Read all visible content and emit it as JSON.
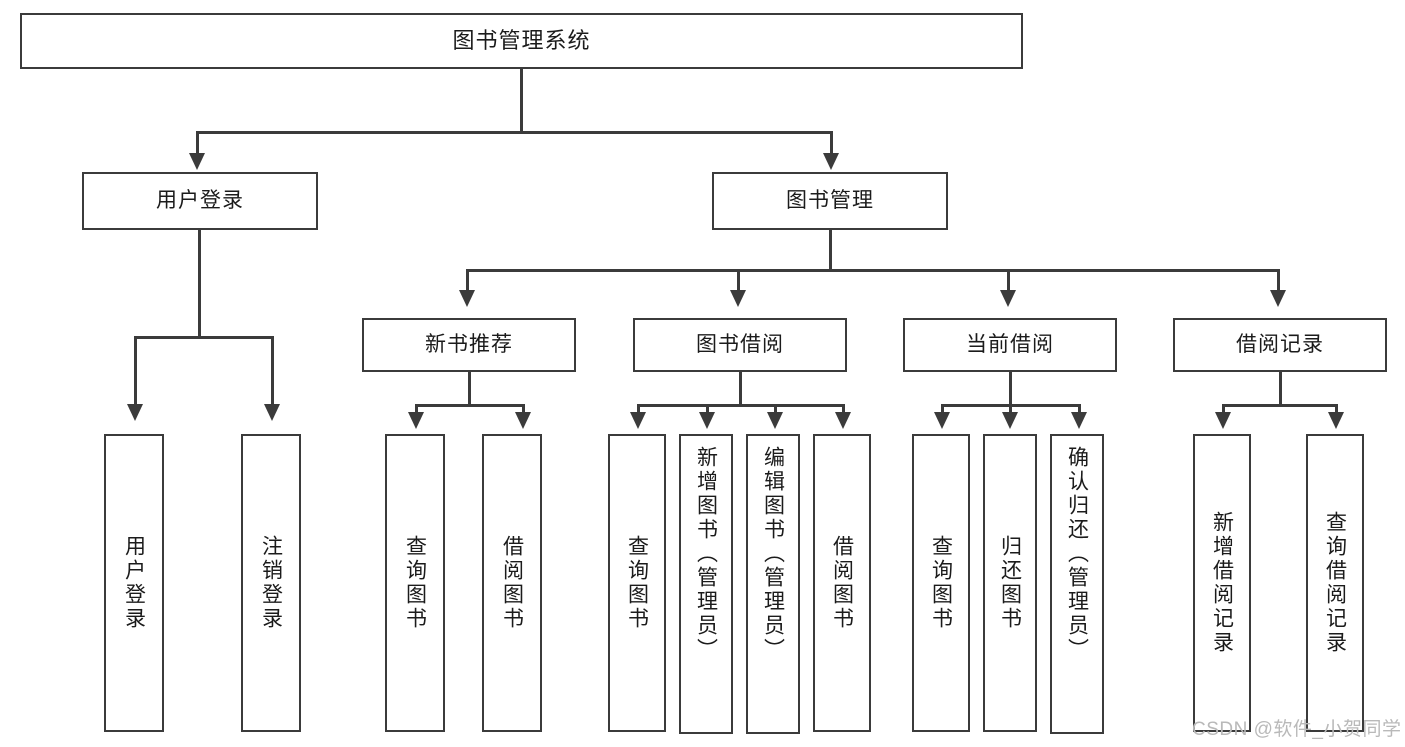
{
  "diagram": {
    "type": "tree-hierarchy",
    "title": "图书管理系统",
    "orientation": "top-down",
    "root": {
      "label": "图书管理系统"
    },
    "level1": [
      {
        "label": "用户登录"
      },
      {
        "label": "图书管理"
      }
    ],
    "level2": [
      {
        "label": "新书推荐"
      },
      {
        "label": "图书借阅"
      },
      {
        "label": "当前借阅"
      },
      {
        "label": "借阅记录"
      }
    ],
    "leaves": {
      "user_login": [
        {
          "label": "用户登录"
        },
        {
          "label": "注销登录"
        }
      ],
      "new_book_recommend": [
        {
          "label": "查询图书"
        },
        {
          "label": "借阅图书"
        }
      ],
      "book_borrow": [
        {
          "label": "查询图书"
        },
        {
          "label": "新增图书（管理员）"
        },
        {
          "label": "编辑图书（管理员）"
        },
        {
          "label": "借阅图书"
        }
      ],
      "current_borrow": [
        {
          "label": "查询图书"
        },
        {
          "label": "归还图书"
        },
        {
          "label": "确认归还（管理员）"
        }
      ],
      "borrow_record": [
        {
          "label": "新增借阅记录"
        },
        {
          "label": "查询借阅记录"
        }
      ]
    }
  },
  "watermark": {
    "text": "CSDN @软件_小贺同学"
  },
  "colors": {
    "stroke": "#3b3b3b",
    "text": "#1b1b1b",
    "background": "#ffffff",
    "watermark": "#b9b9b9"
  }
}
